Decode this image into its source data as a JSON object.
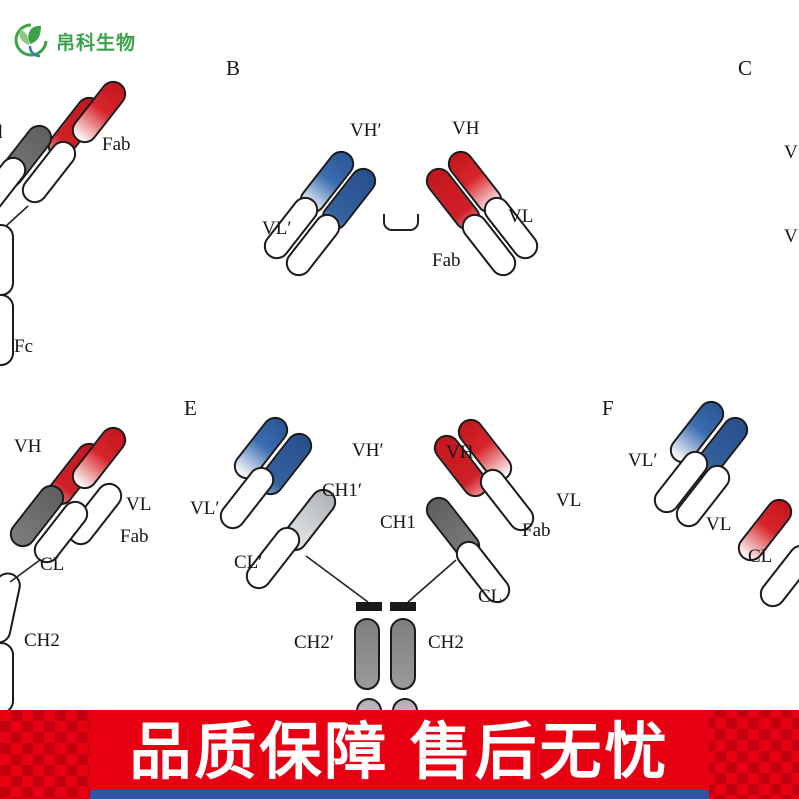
{
  "logo": {
    "brand_name": "帛科生物",
    "color": "#3aa34b"
  },
  "palette": {
    "domain_red": "#d02027",
    "domain_blue": "#34619f",
    "domain_gray_dark": "#6e6e6e",
    "domain_gray_light": "#c9cccf",
    "outline": "#1b1b1b",
    "banner_red": "#e60012",
    "banner_red_dark": "#c4000f",
    "banner_blue_strip": "#2e56a5",
    "banner_text_color": "#ffffff"
  },
  "banner": {
    "text": "品质保障 售后无忧"
  },
  "panel_letters": {
    "b": "B",
    "c": "C",
    "e": "E",
    "f": "F"
  },
  "labels": {
    "a_fd": "d",
    "a_fab": "Fab",
    "a_fc": "Fc",
    "b_vh_prime": "VH′",
    "b_vh": "VH",
    "b_vl_prime": "VL′",
    "b_vl": "VL",
    "b_fab": "Fab",
    "c_v_top": "V",
    "c_v_bottom": "V",
    "d_vh": "VH",
    "d_vl": "VL",
    "d_fab": "Fab",
    "d_cl": "CL",
    "d_ch2": "CH2",
    "e_vh_prime": "VH′",
    "e_vl_prime": "VL′",
    "e_ch1_prime": "CH1′",
    "e_ch1": "CH1",
    "e_vh": "VH",
    "e_vl": "VL",
    "e_fab": "Fab",
    "e_cl_prime": "CL′",
    "e_cl": "CL",
    "e_ch2_prime": "CH2′",
    "e_ch2": "CH2",
    "f_vl_prime": "VL′",
    "f_vl": "VL",
    "f_cl": "CL"
  }
}
